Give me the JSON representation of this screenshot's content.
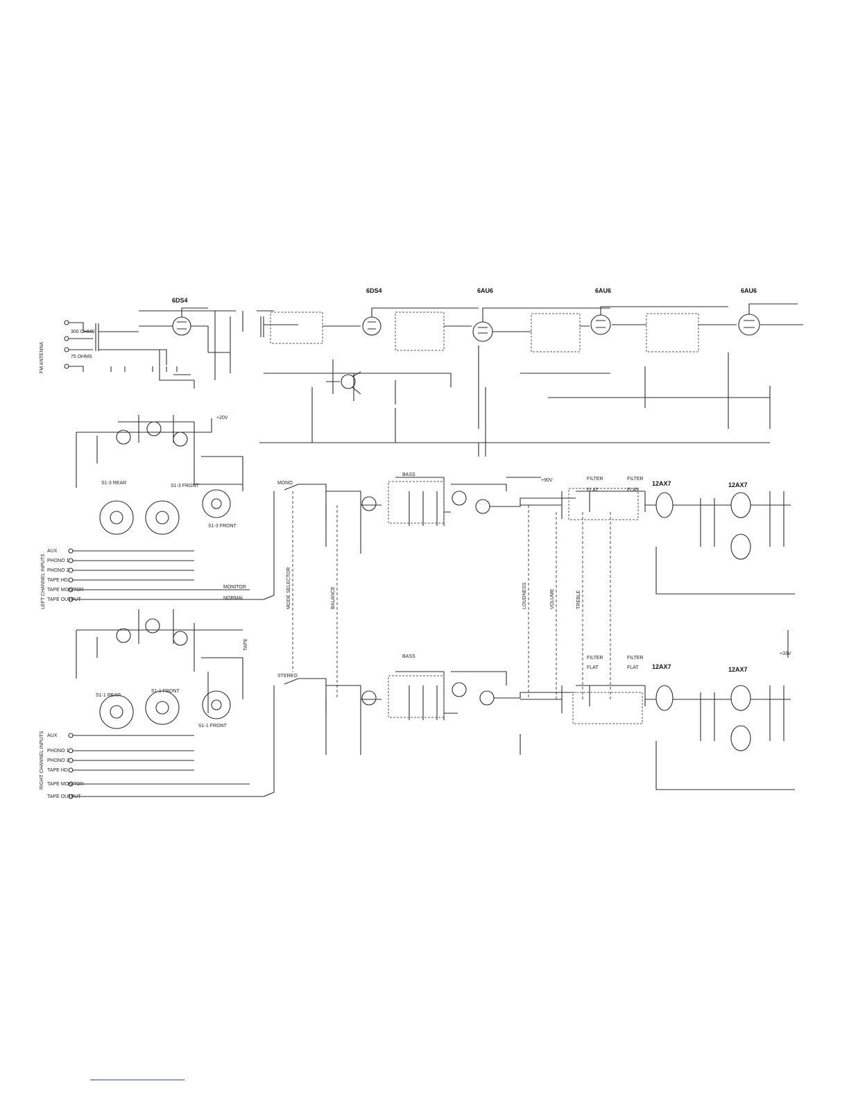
{
  "tubes": {
    "v1": "6DS4",
    "v2": "6DS4",
    "v3": "6AU6",
    "v4": "6AU6",
    "v5": "6AU6",
    "v10": "12AX7",
    "v12": "12AX7",
    "v11": "12AX7",
    "v13": "12AX7"
  },
  "antenna": {
    "title": "FM ANTENNA",
    "ohm300": "300 OHMS",
    "ohm75": "75 OHMS"
  },
  "left_inputs": {
    "title": "LEFT CHANNEL INPUTS",
    "items": [
      "AUX",
      "PHONO 1",
      "PHONO 2",
      "TAPE HD",
      "TAPE MONITOR",
      "TAPE OUTPUT"
    ]
  },
  "right_inputs": {
    "title": "RIGHT CHANNEL INPUTS",
    "items": [
      "AUX",
      "PHONO 1",
      "PHONO 2",
      "TAPE HD",
      "TAPE MONITOR",
      "TAPE OUTPUT"
    ]
  },
  "switches": {
    "s1_rear_l": "S1-3 REAR",
    "s1_front_l": "S1-3 FRONT",
    "s2_front_l": "S1-3 FRONT",
    "s1_rear_r": "S1-1 REAR",
    "s1_front_r": "S1-1 FRONT",
    "s2_front_r": "S1-1 FRONT",
    "monitor": "MONITOR",
    "normal": "NORMAL",
    "mono": "MONO",
    "stereo": "STEREO"
  },
  "controls": {
    "mode": "MODE SELECTOR",
    "balance": "BALANCE",
    "loudness": "LOUDNESS",
    "volume": "VOLUME",
    "treble": "TREBLE",
    "filter": "FILTER",
    "flat": "FLAT",
    "bass": "BASS",
    "tape": "TAPE"
  },
  "supply": {
    "b_plus_1": "+20V",
    "b_plus_2": "+90V",
    "b_plus_3": "+33V"
  }
}
